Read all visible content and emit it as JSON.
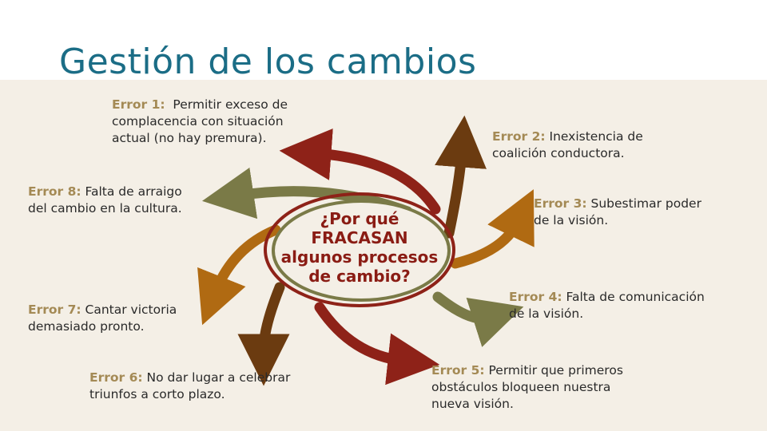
{
  "title": "Gestión de los cambios",
  "center": {
    "line1": "¿Por qué",
    "line2": "FRACASAN",
    "line3": "algunos procesos",
    "line4": "de cambio?"
  },
  "colors": {
    "title": "#1b6d86",
    "panel": "#f4efe6",
    "tag": "#a48a55",
    "center_text": "#8a1c14",
    "arrow_red": "#8e2218",
    "arrow_brown": "#6b3b10",
    "arrow_orange": "#b06a12",
    "arrow_olive": "#7a7a47"
  },
  "errors": [
    {
      "tag": "Error 1:",
      "lines": [
        "Permitir exceso de",
        "complacencia con situación",
        "actual (no hay premura)."
      ]
    },
    {
      "tag": "Error 2:",
      "lines": [
        "Inexistencia de",
        "coalición conductora."
      ]
    },
    {
      "tag": "Error 3:",
      "lines": [
        "Subestimar poder",
        "de la visión."
      ]
    },
    {
      "tag": "Error 4:",
      "lines": [
        "Falta de comunicación",
        "de la visión."
      ]
    },
    {
      "tag": "Error 5:",
      "lines": [
        "Permitir que primeros",
        "obstáculos bloqueen nuestra",
        "nueva visión."
      ]
    },
    {
      "tag": "Error 6:",
      "lines": [
        "No dar lugar a celebrar",
        "triunfos a corto plazo."
      ]
    },
    {
      "tag": "Error 7:",
      "lines": [
        "Cantar victoria",
        "demasiado pronto."
      ]
    },
    {
      "tag": "Error 8:",
      "lines": [
        "Falta de arraigo",
        "del cambio en la cultura."
      ]
    }
  ]
}
